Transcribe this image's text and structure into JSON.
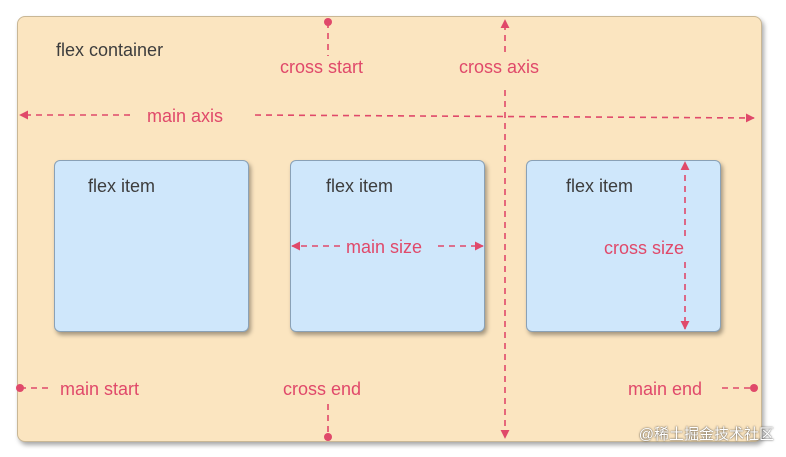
{
  "container_label": "flex container",
  "items": [
    {
      "label": "flex item"
    },
    {
      "label": "flex item"
    },
    {
      "label": "flex item"
    }
  ],
  "axis_labels": {
    "cross_start": "cross start",
    "cross_axis": "cross axis",
    "main_axis": "main axis",
    "main_size": "main size",
    "cross_size": "cross size",
    "main_start": "main start",
    "cross_end": "cross end",
    "main_end": "main end"
  },
  "watermark": "@稀土掘金技术社区",
  "colors": {
    "container_fill": "#fbe5c0",
    "item_fill": "#cfe7fb",
    "accent": "#e0496a",
    "text": "#3d3d3d"
  }
}
